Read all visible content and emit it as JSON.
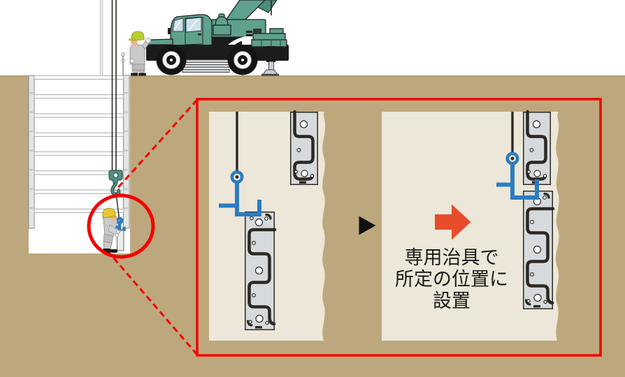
{
  "inset": {
    "caption_lines": [
      "専用治具で",
      "所定の位置に",
      "設置"
    ]
  },
  "colors": {
    "ground": "#bda87d",
    "ground_edge": "#ab9569",
    "panel": "#ece7d8",
    "red": "#f40000",
    "arrow": "#e84d2b",
    "blue": "#2b7cc2",
    "crane": "#5ea18f",
    "crane_dark": "#4b8c7b",
    "window": "#cce0ea",
    "steel": "#c9ced2",
    "wall": "#e4e5e7",
    "pile_fill": "#d7dadd",
    "pile_line": "#2c2923",
    "hook": "#4e9182",
    "uniform": "#cacaca",
    "skin": "#edb58c",
    "helmet_yellow": "#e7c832",
    "helmet_green": "#b9cc2e",
    "ink": "#1a1a1a"
  }
}
